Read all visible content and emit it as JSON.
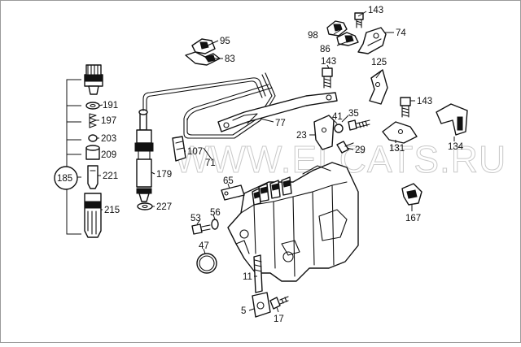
{
  "watermark": "WWW.ELCATS.RU",
  "watermark_code": "05",
  "callouts": {
    "n95": "95",
    "n83": "83",
    "n98": "98",
    "n86": "86",
    "n143a": "143",
    "n74": "74",
    "n143b": "143",
    "n125": "125",
    "n143c": "143",
    "n134": "134",
    "n191": "191",
    "n197": "197",
    "n203": "203",
    "n209": "209",
    "n185": "185",
    "n221": "221",
    "n215": "215",
    "n179": "179",
    "n227": "227",
    "n107": "107",
    "n71": "71",
    "n77": "77",
    "n35": "35",
    "n41": "41",
    "n23": "23",
    "n29": "29",
    "n131": "131",
    "n167": "167",
    "n65": "65",
    "n53": "53",
    "n56": "56",
    "n47": "47",
    "n11": "11",
    "n5": "5",
    "n17": "17"
  }
}
